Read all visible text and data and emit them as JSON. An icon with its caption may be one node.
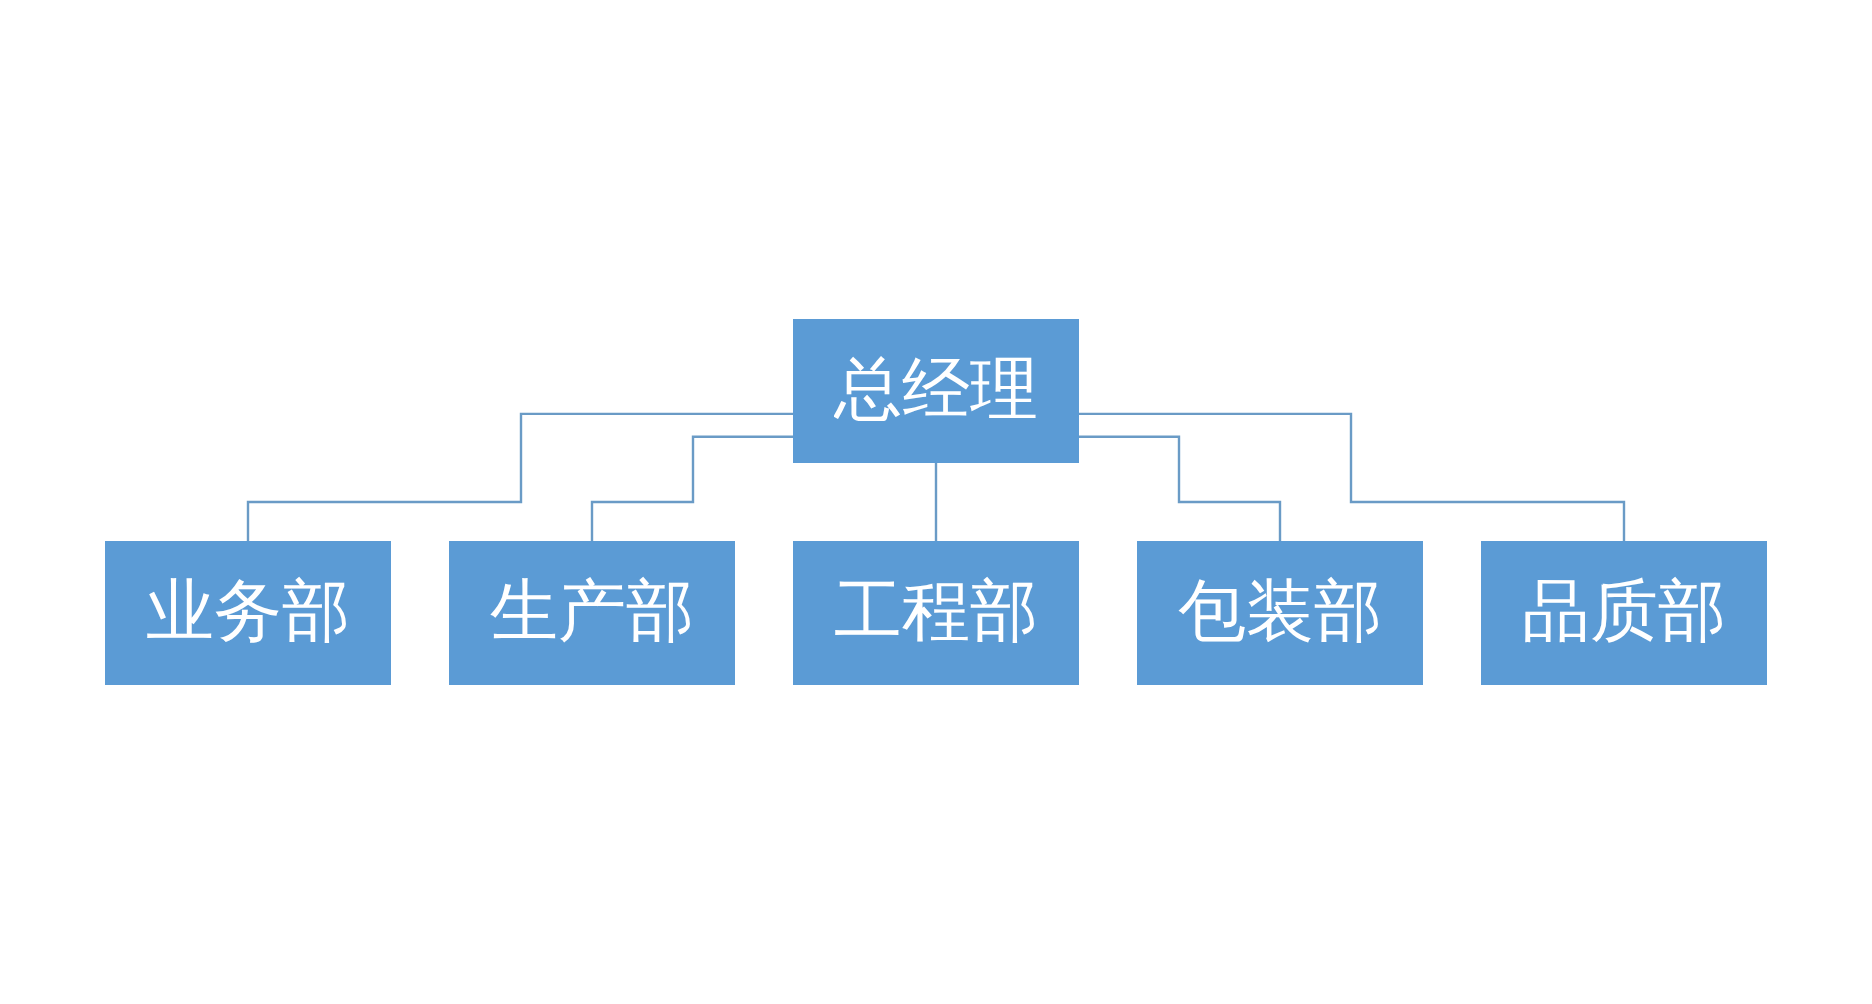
{
  "diagram": {
    "nodes": [
      {
        "text": [
          "总经理"
        ]
      },
      {
        "text": [
          "业务部"
        ]
      },
      {
        "text": [
          "生产部"
        ]
      },
      {
        "text": [
          "工程部"
        ]
      },
      {
        "text": [
          "包装部"
        ]
      },
      {
        "text": [
          "品质部"
        ]
      }
    ],
    "edges": [
      {
        "from": 0,
        "to": 1,
        "arrow": "none"
      },
      {
        "from": 0,
        "to": 2,
        "arrow": "none"
      },
      {
        "from": 0,
        "to": 3,
        "arrow": "none"
      },
      {
        "from": 0,
        "to": 4,
        "arrow": "none"
      },
      {
        "from": 0,
        "to": 5,
        "arrow": "none"
      }
    ]
  }
}
